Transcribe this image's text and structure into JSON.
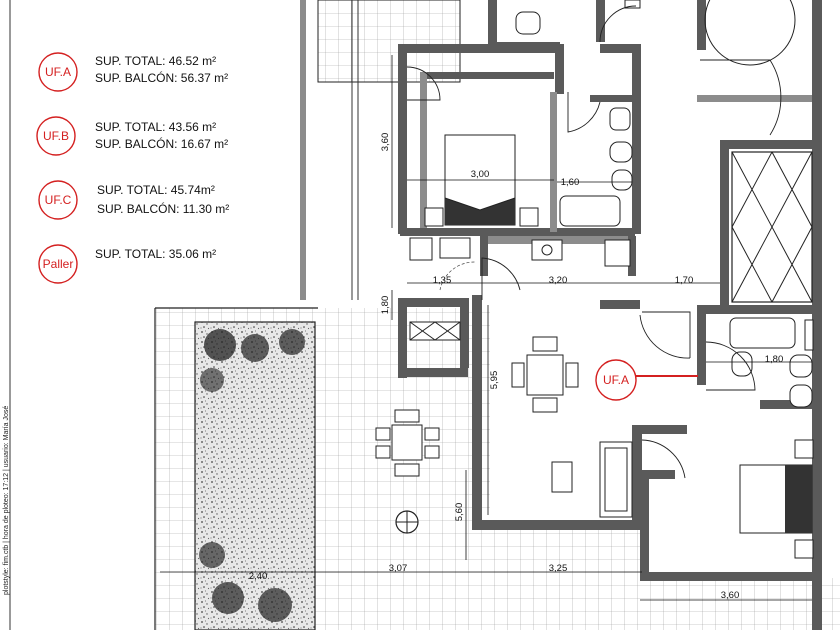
{
  "legend": [
    {
      "code": "UF.A",
      "lines": [
        "SUP. TOTAL: 46.52 m²",
        "SUP. BALCÓN: 56.37 m²"
      ]
    },
    {
      "code": "UF.B",
      "lines": [
        "SUP. TOTAL: 43.56 m²",
        "SUP. BALCÓN: 16.67 m²"
      ]
    },
    {
      "code": "UF.C",
      "lines": [
        "SUP. TOTAL: 45.74m²",
        "SUP. BALCÓN: 11.30 m²"
      ]
    },
    {
      "code": "Paller",
      "lines": [
        "SUP. TOTAL: 35.06 m²"
      ]
    }
  ],
  "plan_label": "UF.A",
  "dimensions": {
    "bedroom_height": "3,60",
    "bedroom_width": "3,00",
    "bath_width": "1,60",
    "hall_left": "1,35",
    "living_width": "3,20",
    "right_corridor": "1,70",
    "small_vertical": "1,80",
    "living_height": "5,95",
    "bath_right": "1,80",
    "terrace_height": "5,60",
    "bottom_left": "2,40",
    "bottom_mid": "3,07",
    "bottom_right": "3,25",
    "bottom_far_right": "3,60"
  },
  "sidebar_text": "plotstyle: fim.ctb | hora de ploteo: 17:12 | usuario: María José",
  "colors": {
    "accent": "#d42020",
    "wall": "#5a5a5a"
  }
}
